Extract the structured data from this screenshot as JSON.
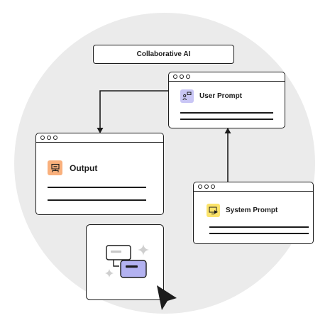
{
  "header": {
    "label": "Collaborative AI"
  },
  "windows": {
    "user_prompt": {
      "title": "User Prompt",
      "icon": "user-prompt-icon"
    },
    "output": {
      "title": "Output",
      "icon": "output-icon"
    },
    "system_prompt": {
      "title": "System Prompt",
      "icon": "system-prompt-icon"
    }
  },
  "tile": {
    "icon": "chat-bubbles-icon"
  },
  "colors": {
    "background_circle": "#ebebeb",
    "output_accent": "#f9b07c",
    "user_prompt_accent": "#c9c6f5",
    "system_prompt_accent": "#fbe36a",
    "chat_accent": "#b3b2f1",
    "ink": "#1c1c1c"
  }
}
